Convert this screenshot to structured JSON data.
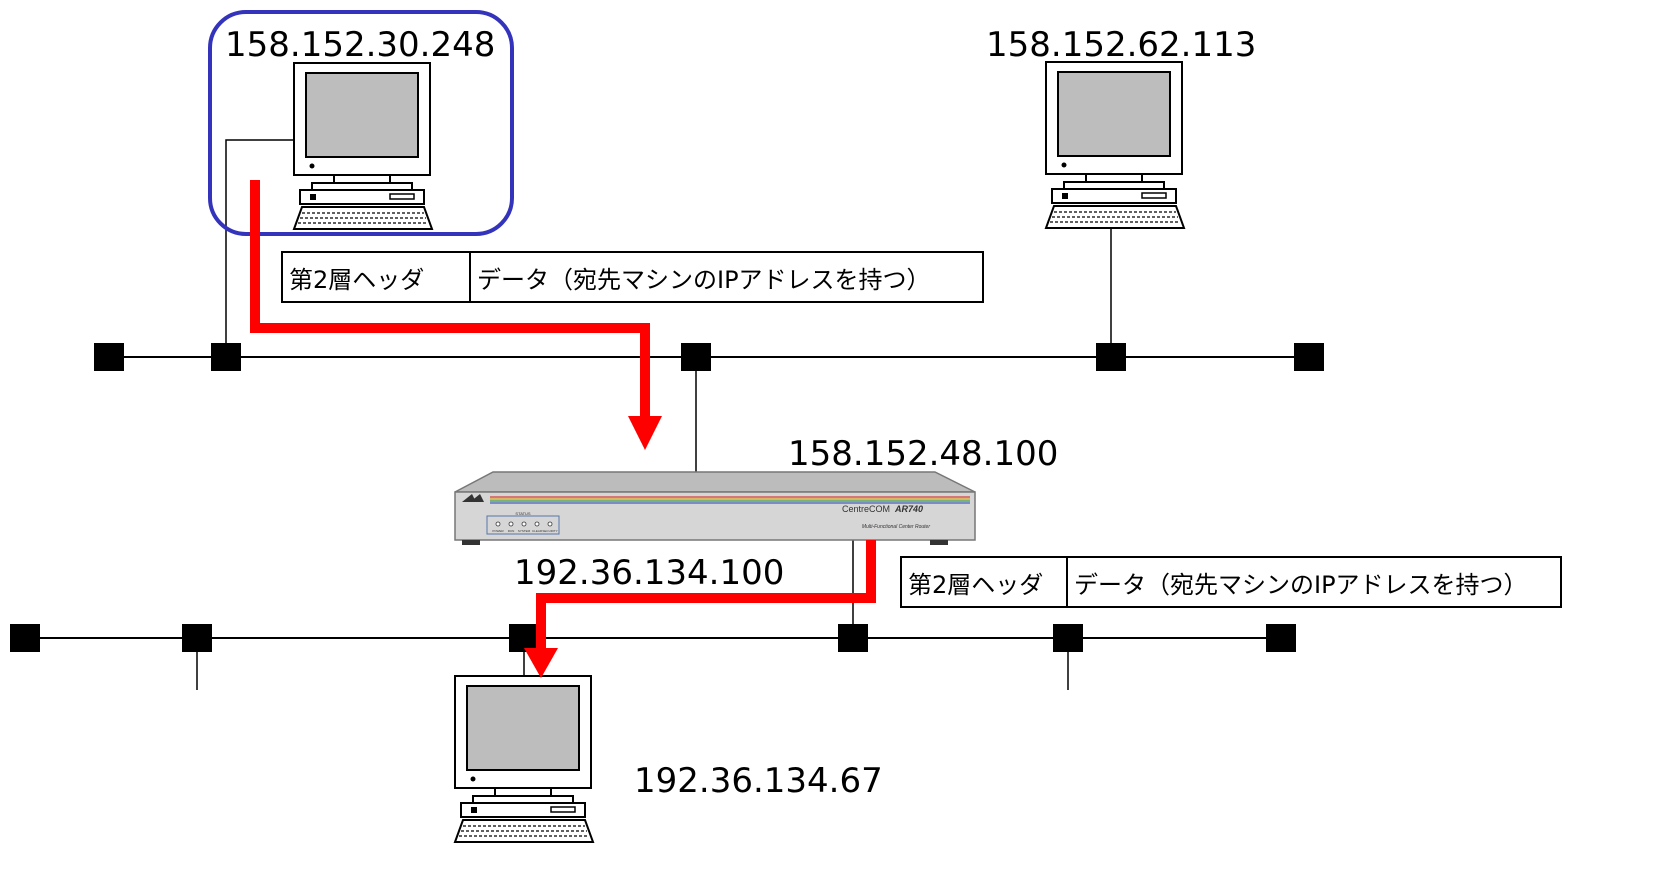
{
  "hosts": {
    "sender_ip": "158.152.30.248",
    "top_right_ip": "158.152.62.113",
    "receiver_ip": "192.36.134.67"
  },
  "router": {
    "upper_ip": "158.152.48.100",
    "lower_ip": "192.36.134.100",
    "brand": "CentreCOM",
    "model": "AR740",
    "subtitle": "Multi-Functional Center Router",
    "status_label": "STATUS",
    "led_labels": [
      "POWER",
      "RUN",
      "SYSTEM",
      "CLEAR",
      "SECURITY"
    ]
  },
  "frame_upper": {
    "header": "第2層ヘッダ",
    "payload": "データ（宛先マシンのIPアドレスを持つ）"
  },
  "frame_lower": {
    "header": "第2層ヘッダ",
    "payload": "データ（宛先マシンのIPアドレスを持つ）"
  },
  "colors": {
    "path": "#ff0000",
    "highlight": "#3333bb",
    "router_body": "#d6d6d6"
  }
}
